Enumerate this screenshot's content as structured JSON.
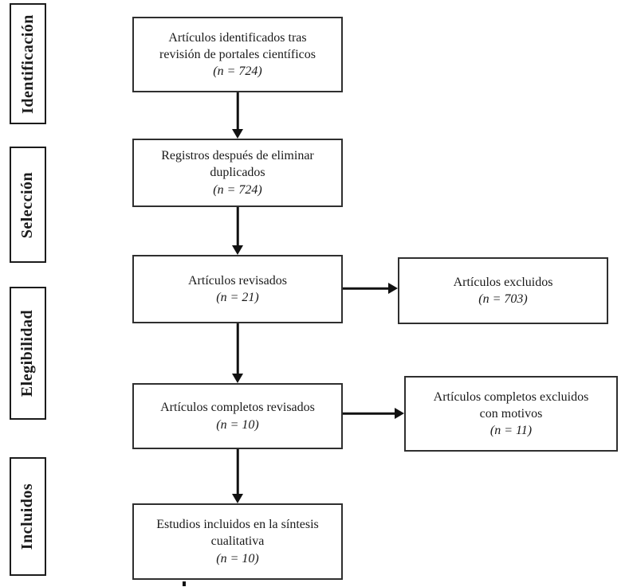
{
  "stages": [
    {
      "label": "Identificación"
    },
    {
      "label": "Selección"
    },
    {
      "label": "Elegibilidad"
    },
    {
      "label": "Incluidos"
    }
  ],
  "flow": {
    "box1": {
      "lines": [
        "Artículos identificados tras",
        "revisión de portales científicos"
      ],
      "count": "(n = 724)"
    },
    "box2": {
      "lines": [
        "Registros después de eliminar",
        "duplicados"
      ],
      "count": "(n = 724)"
    },
    "box3": {
      "lines": [
        "Artículos revisados"
      ],
      "count": "(n = 21)"
    },
    "box4": {
      "lines": [
        "Artículos completos revisados"
      ],
      "count": "(n = 10)"
    },
    "box5": {
      "lines": [
        "Estudios incluidos en la síntesis",
        "cualitativa"
      ],
      "count": "(n = 10)"
    }
  },
  "side": {
    "boxA": {
      "lines": [
        "Artículos excluidos"
      ],
      "count": "(n = 703)"
    },
    "boxB": {
      "lines": [
        "Artículos completos excluidos",
        "con motivos"
      ],
      "count": "(n = 11)"
    }
  },
  "colors": {
    "background": "#ffffff",
    "border": "#2f2f2f",
    "text": "#1a1a1a",
    "arrow": "#111111"
  }
}
